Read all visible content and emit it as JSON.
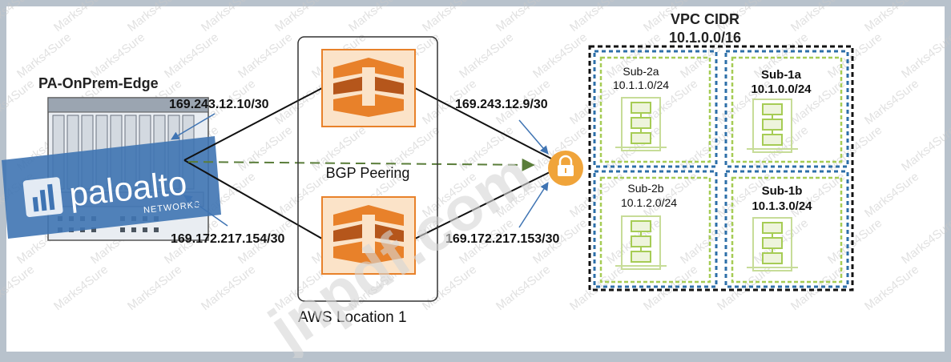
{
  "watermarks": {
    "brand": "Marks4Sure",
    "site": "jnpdf.com"
  },
  "onprem": {
    "title": "PA-OnPrem-Edge",
    "logo_text": "paloalto",
    "logo_sub": "NETWORKS",
    "ip_top": "169.243.12.10/30",
    "ip_bottom": "169.172.217.154/30"
  },
  "aws": {
    "peering_label": "BGP Peering",
    "location_label": "AWS Location 1"
  },
  "vgw": {
    "ip_top": "169.243.12.9/30",
    "ip_bottom": "169.172.217.153/30",
    "icon": "lock-icon"
  },
  "vpc": {
    "title_line1": "VPC CIDR",
    "title_line2": "10.1.0.0/16",
    "subnets": [
      {
        "name": "Sub-2a",
        "cidr": "10.1.1.0/24"
      },
      {
        "name": "Sub-1a",
        "cidr": "10.1.0.0/24"
      },
      {
        "name": "Sub-2b",
        "cidr": "10.1.2.0/24"
      },
      {
        "name": "Sub-1b",
        "cidr": "10.1.3.0/24"
      }
    ]
  },
  "colors": {
    "aws_orange": "#e8812a",
    "aws_dark": "#b5561b",
    "logo_blue": "#3f74b3",
    "subnet_green": "#a6cc55",
    "az_blue": "#2d6fa8",
    "vgw_orange": "#f0a43a",
    "dash_green": "#5a7d3a"
  }
}
